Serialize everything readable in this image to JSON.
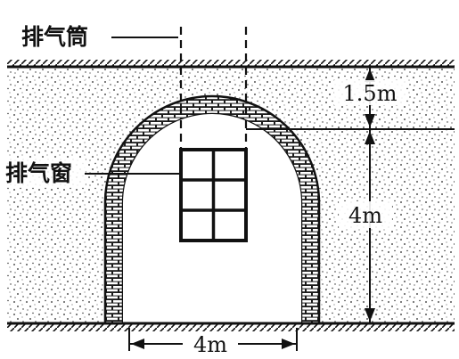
{
  "labels": {
    "exhaust_pipe": "排气筒",
    "exhaust_window": "排气窗"
  },
  "dimensions": {
    "soil_cover": "1.5m",
    "arch_height": "4m",
    "span": "4m"
  },
  "colors": {
    "ink": "#111111",
    "background": "#ffffff"
  }
}
